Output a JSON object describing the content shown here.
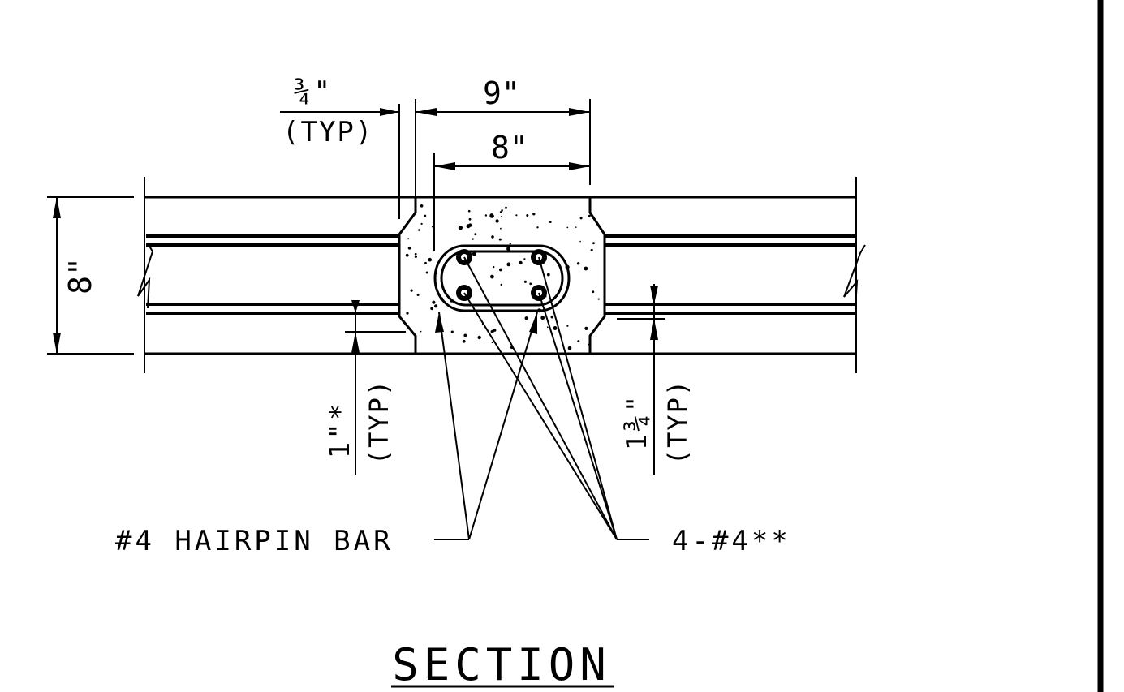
{
  "dimensions": {
    "gap": "¾\"",
    "gap_typ": "(TYP)",
    "overall_width": "9\"",
    "inner_width": "8\"",
    "height": "8\"",
    "bottom_cover": "1\"*",
    "bottom_cover_typ": "(TYP)",
    "side_cover": "1¾\"",
    "side_cover_typ": "(TYP)"
  },
  "callouts": {
    "hairpin": "#4 HAIRPIN BAR",
    "bars": "4-#4**"
  },
  "title": "SECTION"
}
